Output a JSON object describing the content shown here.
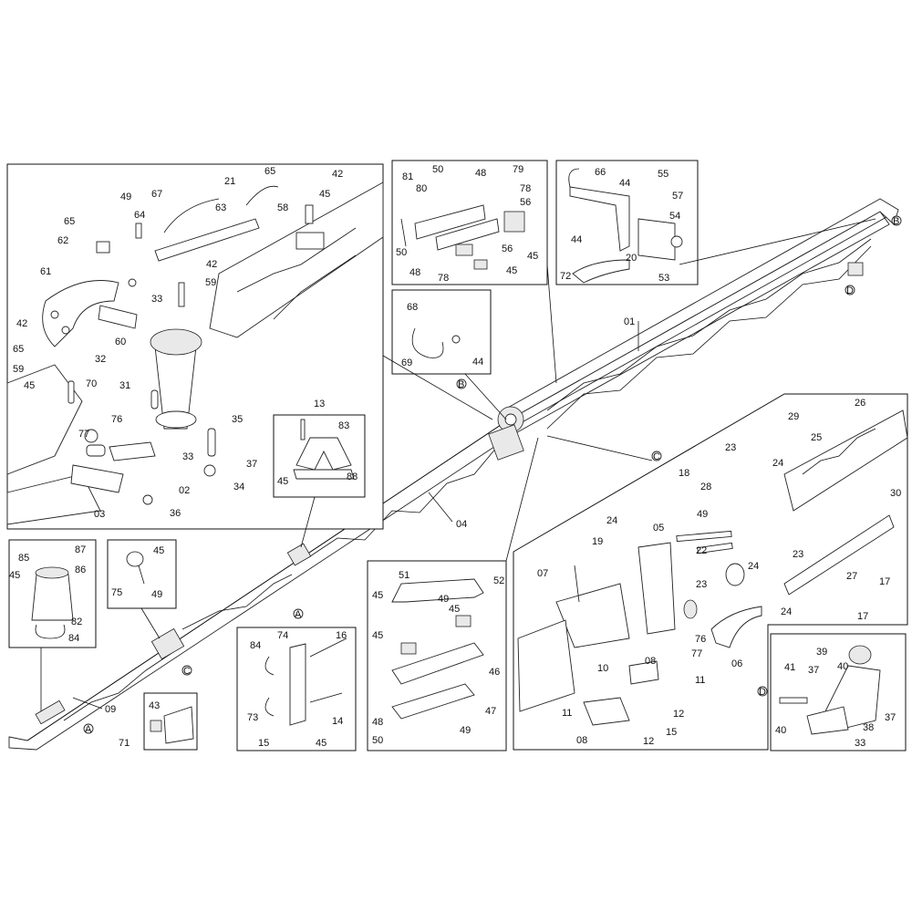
{
  "callout_letters": [
    "A",
    "B",
    "C",
    "D"
  ],
  "labels": {
    "01": "01",
    "02": "02",
    "03": "03",
    "04": "04",
    "05": "05",
    "06": "06",
    "07": "07",
    "08": "08",
    "09": "09",
    "10": "10",
    "11": "11",
    "12": "12",
    "13": "13",
    "14": "14",
    "15": "15",
    "16": "16",
    "17": "17",
    "18": "18",
    "19": "19",
    "20": "20",
    "21": "21",
    "22": "22",
    "23": "23",
    "24": "24",
    "25": "25",
    "26": "26",
    "27": "27",
    "28": "28",
    "29": "29",
    "30": "30",
    "31": "31",
    "32": "32",
    "33": "33",
    "34": "34",
    "35": "35",
    "36": "36",
    "37": "37",
    "38": "38",
    "39": "39",
    "40": "40",
    "41": "41",
    "42": "42",
    "43": "43",
    "44": "44",
    "45": "45",
    "46": "46",
    "47": "47",
    "48": "48",
    "49": "49",
    "50": "50",
    "51": "51",
    "52": "52",
    "53": "53",
    "54": "54",
    "55": "55",
    "56": "56",
    "57": "57",
    "58": "58",
    "59": "59",
    "60": "60",
    "61": "61",
    "62": "62",
    "63": "63",
    "64": "64",
    "65": "65",
    "66": "66",
    "67": "67",
    "68": "68",
    "69": "69",
    "70": "70",
    "71": "71",
    "72": "72",
    "73": "73",
    "74": "74",
    "75": "75",
    "76": "76",
    "77": "77",
    "78": "78",
    "79": "79",
    "80": "80",
    "81": "81",
    "82": "82",
    "83": "83",
    "84": "84",
    "85": "85",
    "86": "86",
    "87": "87",
    "88": "88"
  }
}
